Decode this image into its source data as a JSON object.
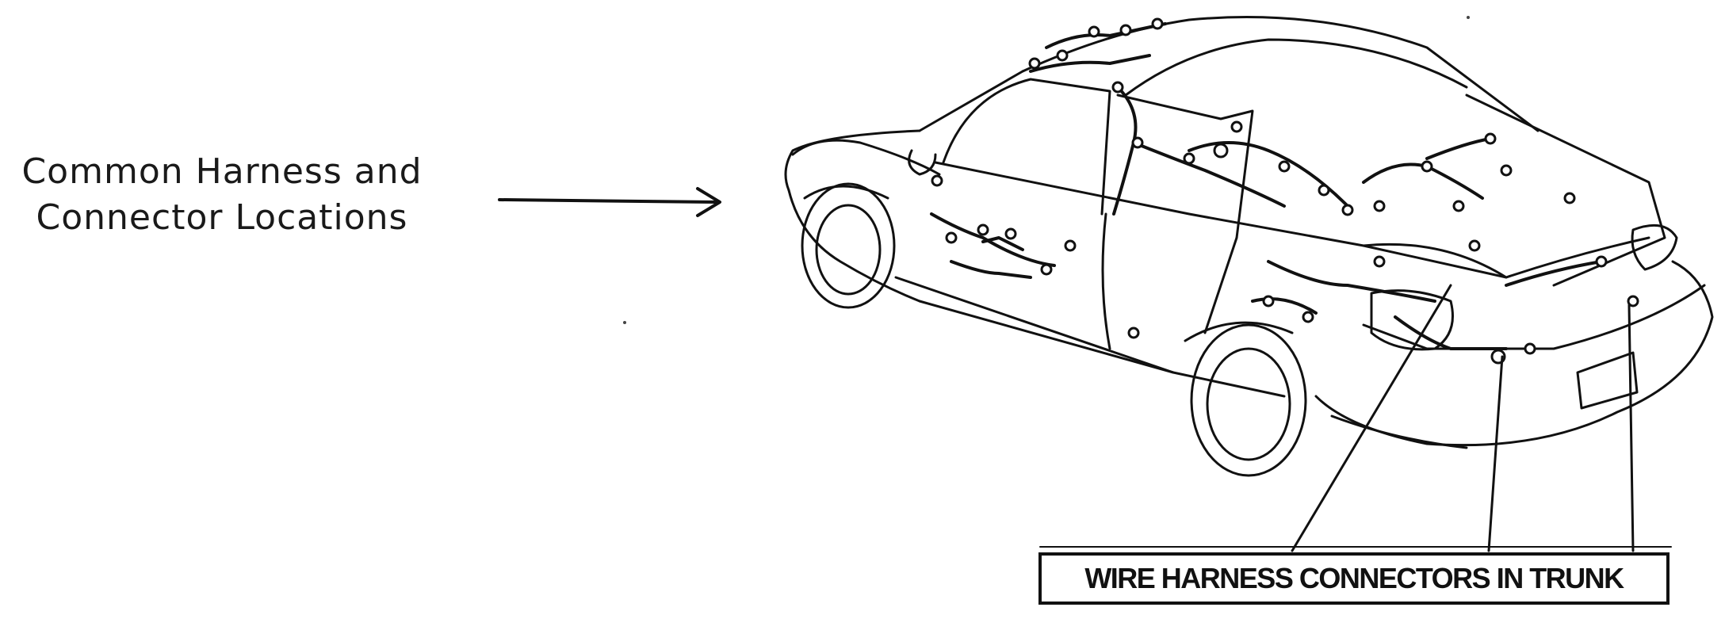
{
  "caption": {
    "line1": "Common Harness and",
    "line2": "Connector Locations"
  },
  "callout": {
    "label": "WIRE HARNESS CONNECTORS IN TRUNK"
  },
  "colors": {
    "ink": "#111111",
    "paper": "#ffffff"
  },
  "icons": {
    "pointer": "right-arrow-icon",
    "vehicle": "car-wiring-illustration"
  }
}
